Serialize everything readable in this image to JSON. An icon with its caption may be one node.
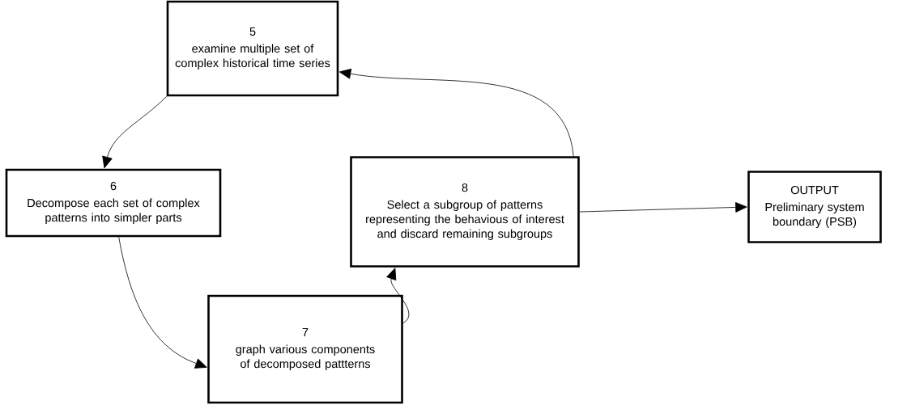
{
  "diagram": {
    "nodes": [
      {
        "text": [
          "5",
          "examine multiple set of complex historical time series"
        ]
      },
      {
        "text": [
          "6",
          "Decompose each set of complex patterns into simpler parts"
        ]
      },
      {
        "text": [
          "7",
          "graph various components of decomposed pattterns"
        ]
      },
      {
        "text": [
          "8",
          "Select a subgroup of patterns representing the behavious of interest and discard remaining subgroups"
        ]
      },
      {
        "text": [
          "OUTPUT",
          "Preliminary system boundary (PSB)"
        ]
      }
    ],
    "edges": [
      {
        "from": 0,
        "to": 1,
        "arrow": "to"
      },
      {
        "from": 1,
        "to": 2,
        "arrow": "to"
      },
      {
        "from": 2,
        "to": 3,
        "arrow": "to"
      },
      {
        "from": 3,
        "to": 0,
        "arrow": "to"
      },
      {
        "from": 3,
        "to": 4,
        "arrow": "to"
      }
    ]
  }
}
